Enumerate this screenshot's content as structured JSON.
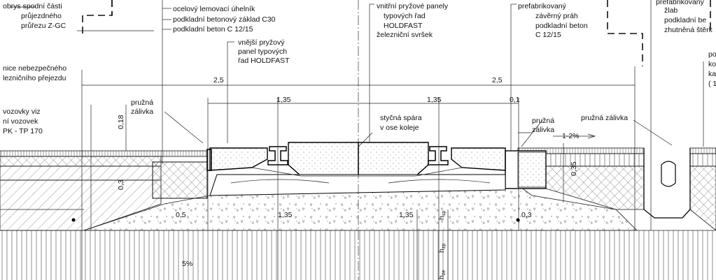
{
  "notes": {
    "top_left": [
      "obrys  spodní části",
      "průjezdného",
      "průřezu  Z-GC"
    ],
    "left_mid": [
      "nice nebezpečného",
      "lezničního přejezdu"
    ],
    "left_low": [
      "vozovky viz",
      "ní vozovek",
      "PK - TP 170"
    ],
    "steel_base": [
      "ocelový lemovací úhelník",
      "podkladní betonový základ C30",
      "podkladní beton C 12/15"
    ],
    "outer_panel": [
      "vnější pryžový",
      "panel typových",
      "řad HOLDFAST"
    ],
    "inner_panels": [
      "vnitřní pryžové panely",
      "typových řad",
      "HOLDFAST",
      "železniční svršek"
    ],
    "sill": [
      "prefabrikovaný",
      "závěrný práh",
      "podkladní beton",
      "C 12/15"
    ],
    "far_right": [
      "prefabrikovaný",
      "žlab",
      "podkladní be",
      "zhutněná štěrk"
    ],
    "far_right_2": [
      "po",
      "ko",
      "ka",
      "( 1"
    ],
    "joint": [
      "styčná spára",
      "v ose koleje"
    ],
    "sealant_left": [
      "pružná",
      "zálivka"
    ],
    "sealant_right": [
      "pružná",
      "zálivka"
    ],
    "sealant_right_2": "pružná zálivka"
  },
  "dims": {
    "d_25_left": "2,5",
    "d_25_right": "2,5",
    "d_135_left": "1,35",
    "d_135_right": "1,35",
    "d_01": "0,1",
    "d_018": "0,18",
    "d_03_left": "0,3",
    "d_035": "0,35",
    "d_05": "0,5",
    "d_135_low_l": "1,35",
    "d_135_low_r": "1,35",
    "d_03_low": "0,3",
    "slope_right": "1-2%",
    "slope_left": "5%",
    "h_sp": "h",
    "h_sp_sub": "sp",
    "h_zp": "h",
    "h_zp_sub": "zp",
    "h_ze": "h",
    "h_ze_sub": "ze"
  }
}
